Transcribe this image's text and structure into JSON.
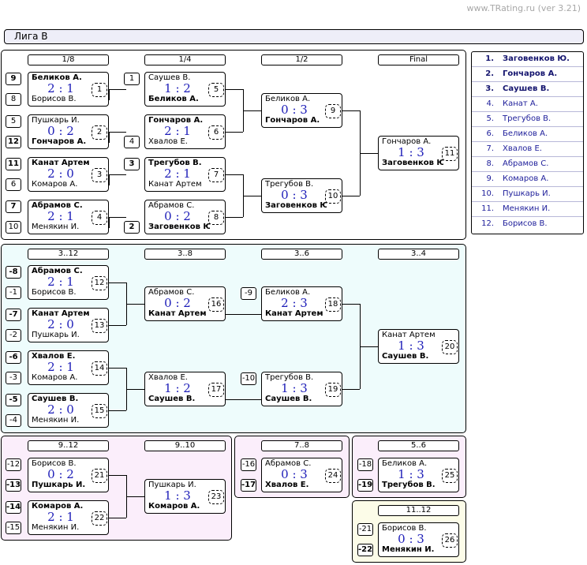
{
  "site_credit": "www.TRating.ru (ver 3.21)",
  "league_title": "Лига В",
  "main_bracket": {
    "round_labels": [
      "1/8",
      "1/4",
      "1/2",
      "Final"
    ],
    "seeds": [
      "9",
      "8",
      "5",
      "12",
      "11",
      "6",
      "7",
      "10",
      "1",
      "4",
      "3",
      "2"
    ],
    "matches": [
      {
        "top": "Беликов А.",
        "bottom": "Борисов В.",
        "score": "2 : 1",
        "id": "1"
      },
      {
        "top": "Пушкарь И.",
        "bottom": "Гончаров А.",
        "score": "0 : 2",
        "id": "2"
      },
      {
        "top": "Канат Артем",
        "bottom": "Комаров А.",
        "score": "2 : 0",
        "id": "3"
      },
      {
        "top": "Абрамов С.",
        "bottom": "Менякин И.",
        "score": "2 : 1",
        "id": "4"
      },
      {
        "top": "Саушев В.",
        "bottom": "Беликов А.",
        "score": "1 : 2",
        "id": "5"
      },
      {
        "top": "Гончаров А.",
        "bottom": "Хвалов Е.",
        "score": "2 : 1",
        "id": "6"
      },
      {
        "top": "Трегубов В.",
        "bottom": "Канат Артем",
        "score": "2 : 1",
        "id": "7"
      },
      {
        "top": "Абрамов С.",
        "bottom": "Заговенков Ю.",
        "score": "0 : 2",
        "id": "8"
      },
      {
        "top": "Беликов А.",
        "bottom": "Гончаров А.",
        "score": "0 : 3",
        "id": "9"
      },
      {
        "top": "Трегубов В.",
        "bottom": "Заговенков Ю.",
        "score": "0 : 3",
        "id": "10"
      },
      {
        "top": "Гончаров А.",
        "bottom": "Заговенков Ю.",
        "score": "1 : 3",
        "id": "11"
      }
    ]
  },
  "standings": [
    {
      "place": "1.",
      "name": "Заговенков Ю."
    },
    {
      "place": "2.",
      "name": "Гончаров А."
    },
    {
      "place": "3.",
      "name": "Саушев В."
    },
    {
      "place": "4.",
      "name": "Канат А."
    },
    {
      "place": "5.",
      "name": "Трегубов В."
    },
    {
      "place": "6.",
      "name": "Беликов А."
    },
    {
      "place": "7.",
      "name": "Хвалов Е."
    },
    {
      "place": "8.",
      "name": "Абрамов С."
    },
    {
      "place": "9.",
      "name": "Комаров А."
    },
    {
      "place": "10.",
      "name": "Пушкарь И."
    },
    {
      "place": "11.",
      "name": "Менякин И."
    },
    {
      "place": "12.",
      "name": "Борисов В."
    }
  ],
  "consolation_3_12": {
    "round_labels": [
      "3..12",
      "3..8",
      "3..6",
      "3..4"
    ],
    "seeds": [
      "-8",
      "-1",
      "-7",
      "-2",
      "-6",
      "-3",
      "-5",
      "-4",
      "-9",
      "-10"
    ],
    "matches": [
      {
        "top": "Абрамов С.",
        "bottom": "Борисов В.",
        "score": "2 : 1",
        "id": "12"
      },
      {
        "top": "Канат Артем",
        "bottom": "Пушкарь И.",
        "score": "2 : 0",
        "id": "13"
      },
      {
        "top": "Хвалов Е.",
        "bottom": "Комаров А.",
        "score": "2 : 1",
        "id": "14"
      },
      {
        "top": "Саушев В.",
        "bottom": "Менякин И.",
        "score": "2 : 0",
        "id": "15"
      },
      {
        "top": "Абрамов С.",
        "bottom": "Канат Артем",
        "score": "0 : 2",
        "id": "16"
      },
      {
        "top": "Хвалов Е.",
        "bottom": "Саушев В.",
        "score": "1 : 2",
        "id": "17"
      },
      {
        "top": "Беликов А.",
        "bottom": "Канат Артем",
        "score": "2 : 3",
        "id": "18"
      },
      {
        "top": "Трегубов В.",
        "bottom": "Саушев В.",
        "score": "1 : 3",
        "id": "19"
      },
      {
        "top": "Канат Артем",
        "bottom": "Саушев В.",
        "score": "1 : 3",
        "id": "20"
      }
    ]
  },
  "place_9_12": {
    "round_labels": [
      "9..12",
      "9..10"
    ],
    "seeds": [
      "-12",
      "-13",
      "-14",
      "-15"
    ],
    "matches": [
      {
        "top": "Борисов В.",
        "bottom": "Пушкарь И.",
        "score": "0 : 2",
        "id": "21"
      },
      {
        "top": "Комаров А.",
        "bottom": "Менякин И.",
        "score": "2 : 1",
        "id": "22"
      },
      {
        "top": "Пушкарь И.",
        "bottom": "Комаров А.",
        "score": "1 : 3",
        "id": "23"
      }
    ]
  },
  "place_7_8": {
    "round_label": "7..8",
    "seeds": [
      "-16",
      "-17"
    ],
    "match": {
      "top": "Абрамов С.",
      "bottom": "Хвалов Е.",
      "score": "0 : 3",
      "id": "24"
    }
  },
  "place_5_6": {
    "round_label": "5..6",
    "seeds": [
      "-18",
      "-19"
    ],
    "match": {
      "top": "Беликов А.",
      "bottom": "Трегубов В.",
      "score": "1 : 3",
      "id": "25"
    }
  },
  "place_11_12": {
    "round_label": "11..12",
    "seeds": [
      "-21",
      "-22"
    ],
    "match": {
      "top": "Борисов В.",
      "bottom": "Менякин И.",
      "score": "0 : 3",
      "id": "26"
    }
  },
  "colors": {
    "score": "#1d1db8",
    "main_panel": "#ffffff",
    "consolation_panel": "#eefcfc",
    "place_9_12_panel": "#fbeefb",
    "place_11_12_panel": "#fcfce8"
  }
}
